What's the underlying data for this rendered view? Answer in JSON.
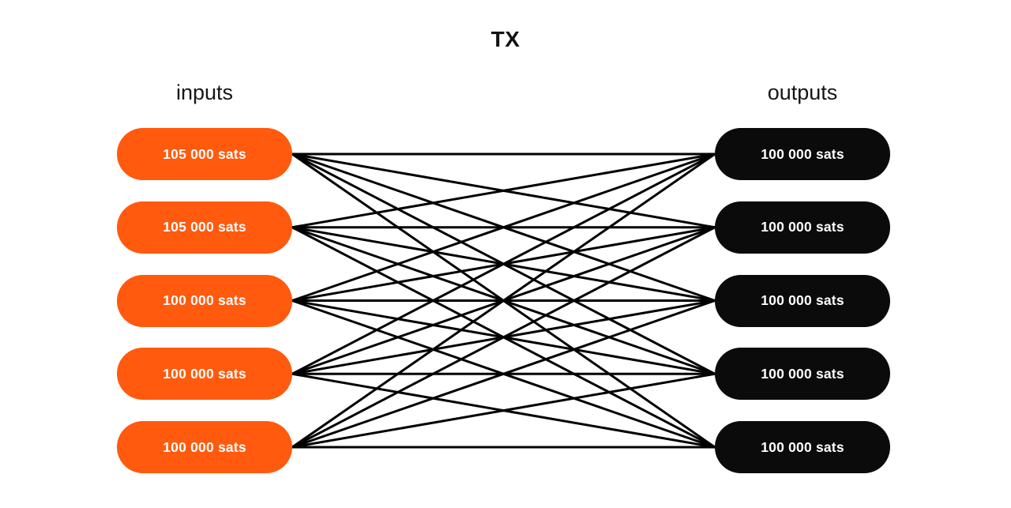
{
  "title": "TX",
  "inputs_label": "inputs",
  "outputs_label": "outputs",
  "inputs": [
    {
      "label": "105 000 sats"
    },
    {
      "label": "105 000 sats"
    },
    {
      "label": "100 000 sats"
    },
    {
      "label": "100 000 sats"
    },
    {
      "label": "100 000 sats"
    }
  ],
  "outputs": [
    {
      "label": "100 000 sats"
    },
    {
      "label": "100 000 sats"
    },
    {
      "label": "100 000 sats"
    },
    {
      "label": "100 000 sats"
    },
    {
      "label": "100 000 sats"
    }
  ],
  "colors": {
    "input_fill": "#FF5A0E",
    "output_fill": "#0b0b0b",
    "line": "#000000",
    "pill_text": "#ffffff",
    "heading_text": "#161616"
  }
}
